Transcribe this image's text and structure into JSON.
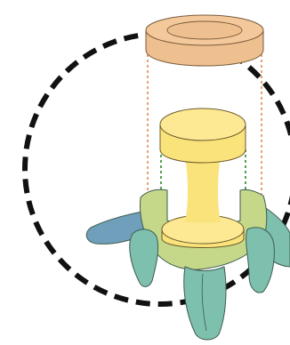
{
  "diagram": {
    "description_visible_text": "",
    "colors": {
      "background": "#ffffff",
      "boundary": "#111111",
      "disc_fill": "#efc08f",
      "disc_stroke": "#7a5a3a",
      "cylinder_fill": "#fbe37c",
      "cylinder_top": "#fde893",
      "cylinder_stroke": "#6b5a2a",
      "bone_green": "#c5d88a",
      "bone_teal": "#7ec0ae",
      "bone_blue": "#6f9fba",
      "bone_stroke": "#3f5b50",
      "guide_orange": "#e07a3a",
      "guide_green": "#2f8a2f"
    },
    "parts": [
      {
        "name": "intervertebral-disc-cap"
      },
      {
        "name": "vertebral-body-cylinder"
      },
      {
        "name": "vertebral-arch"
      },
      {
        "name": "spinous-process"
      },
      {
        "name": "transverse-process-left"
      },
      {
        "name": "transverse-process-right"
      }
    ]
  }
}
